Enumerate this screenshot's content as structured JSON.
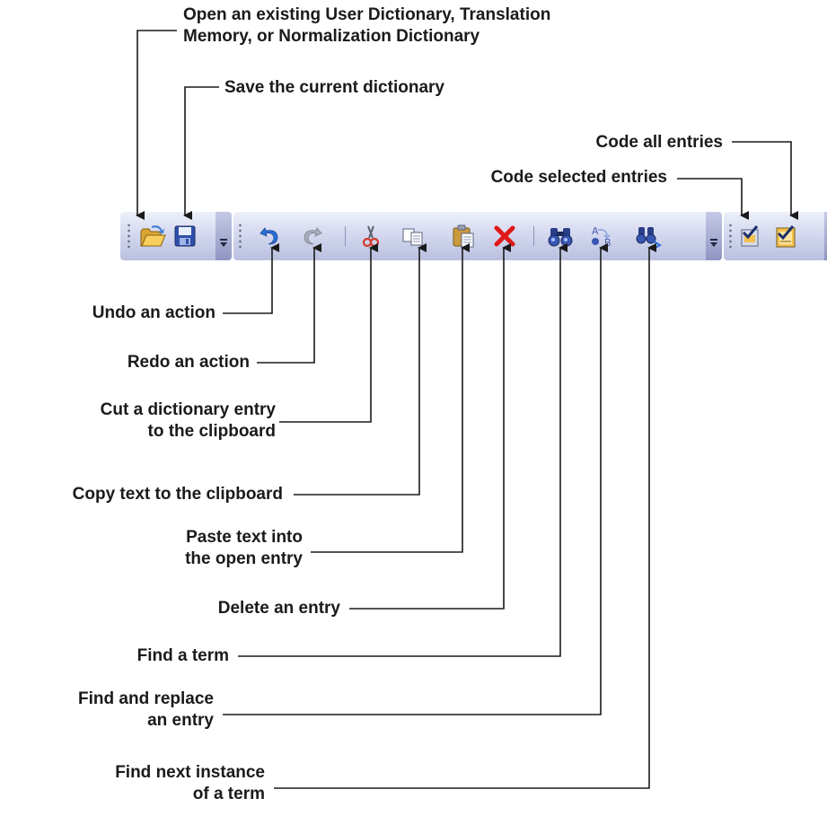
{
  "callouts": {
    "open": [
      "Open an existing User Dictionary, Translation",
      "Memory, or Normalization Dictionary"
    ],
    "save": "Save the current dictionary",
    "code_all": "Code all entries",
    "code_selected": "Code selected entries",
    "undo": "Undo an action",
    "redo": "Redo an action",
    "cut": [
      "Cut a dictionary entry",
      "to the clipboard"
    ],
    "copy": "Copy text to the clipboard",
    "paste": [
      "Paste text into",
      "the open entry"
    ],
    "delete": "Delete an entry",
    "find": "Find a term",
    "replace": [
      "Find and replace",
      "an entry"
    ],
    "find_next": [
      "Find next instance",
      "of a term"
    ]
  },
  "icons": {
    "open": "folder-open-icon",
    "save": "floppy-disk-icon",
    "undo": "undo-arrow-icon",
    "redo": "redo-arrow-icon",
    "cut": "scissors-icon",
    "copy": "copy-pages-icon",
    "paste": "clipboard-paste-icon",
    "delete": "red-x-delete-icon",
    "find": "binoculars-icon",
    "replace": "find-replace-ab-icon",
    "find_next": "find-next-binoculars-icon",
    "code_selected": "code-selected-check-icon",
    "code_all": "code-all-check-icon"
  },
  "colors": {
    "toolbar_top": "#eef0fa",
    "toolbar_bottom": "#b9bfdf",
    "undo_blue": "#2b6fd6",
    "delete_red": "#e01818",
    "folder_yellow": "#f2c14e"
  }
}
